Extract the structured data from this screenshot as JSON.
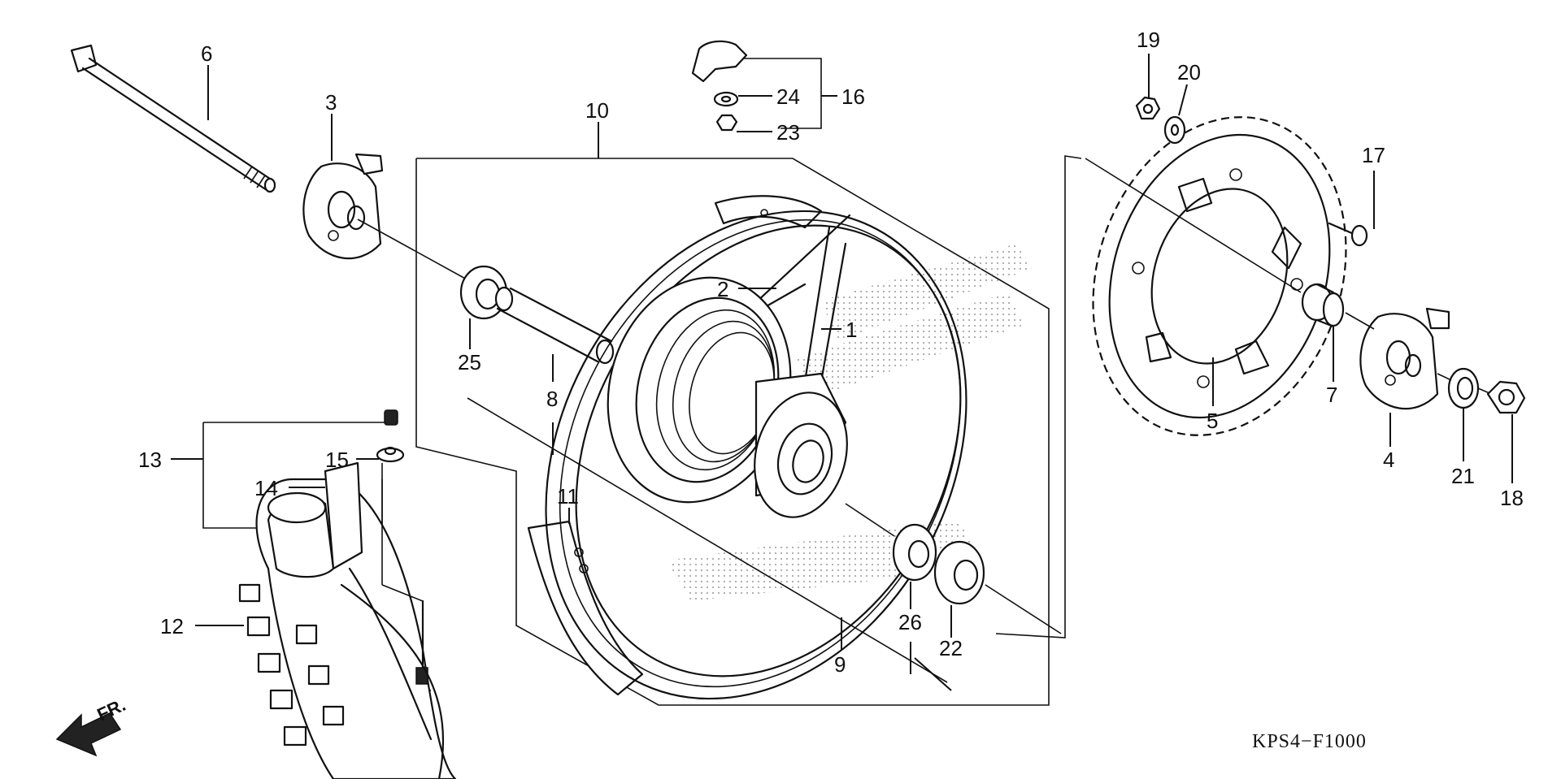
{
  "diagram": {
    "drawing_code": "KPS4−F1000",
    "direction_label": "FR.",
    "callouts": [
      {
        "id": "c1",
        "label": "1"
      },
      {
        "id": "c2",
        "label": "2"
      },
      {
        "id": "c3",
        "label": "3"
      },
      {
        "id": "c4",
        "label": "4"
      },
      {
        "id": "c5",
        "label": "5"
      },
      {
        "id": "c6",
        "label": "6"
      },
      {
        "id": "c7",
        "label": "7"
      },
      {
        "id": "c8",
        "label": "8"
      },
      {
        "id": "c9",
        "label": "9"
      },
      {
        "id": "c10",
        "label": "10"
      },
      {
        "id": "c11",
        "label": "11"
      },
      {
        "id": "c12",
        "label": "12"
      },
      {
        "id": "c13",
        "label": "13"
      },
      {
        "id": "c14",
        "label": "14"
      },
      {
        "id": "c15",
        "label": "15"
      },
      {
        "id": "c16",
        "label": "16"
      },
      {
        "id": "c17",
        "label": "17"
      },
      {
        "id": "c18",
        "label": "18"
      },
      {
        "id": "c19",
        "label": "19"
      },
      {
        "id": "c20",
        "label": "20"
      },
      {
        "id": "c21",
        "label": "21"
      },
      {
        "id": "c22",
        "label": "22"
      },
      {
        "id": "c23",
        "label": "23"
      },
      {
        "id": "c24",
        "label": "24"
      },
      {
        "id": "c25",
        "label": "25"
      },
      {
        "id": "c26",
        "label": "26"
      }
    ],
    "colors": {
      "ink": "#111111",
      "background": "#ffffff"
    }
  }
}
